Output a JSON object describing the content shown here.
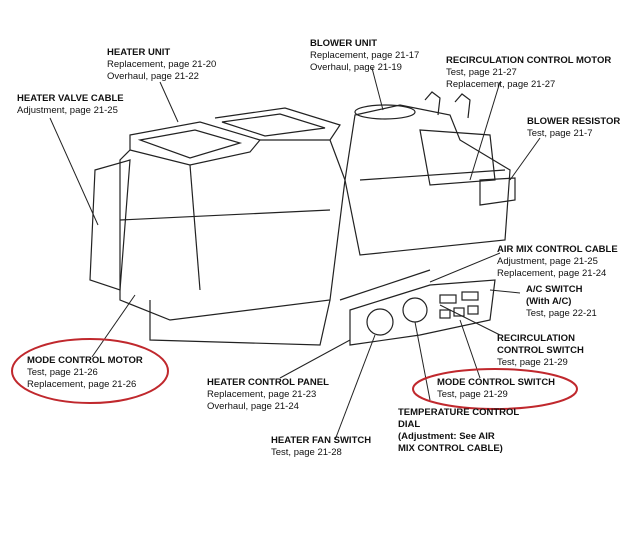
{
  "labels": {
    "heater_unit": {
      "title": "HEATER UNIT",
      "lines": [
        "Replacement, page 21-20",
        "Overhaul, page 21-22"
      ]
    },
    "heater_valve_cable": {
      "title": "HEATER VALVE CABLE",
      "lines": [
        "Adjustment, page 21-25"
      ]
    },
    "blower_unit": {
      "title": "BLOWER UNIT",
      "lines": [
        "Replacement, page 21-17",
        "Overhaul, page 21-19"
      ]
    },
    "recirc_motor": {
      "title": "RECIRCULATION CONTROL MOTOR",
      "lines": [
        "Test, page 21-27",
        "Replacement, page 21-27"
      ]
    },
    "blower_resistor": {
      "title": "BLOWER RESISTOR",
      "lines": [
        "Test, page 21-7"
      ]
    },
    "air_mix_cable": {
      "title": "AIR MIX CONTROL CABLE",
      "lines": [
        "Adjustment, page 21-25",
        "Replacement, page 21-24"
      ]
    },
    "ac_switch": {
      "title": "A/C SWITCH",
      "title2": "(With A/C)",
      "lines": [
        "Test, page 22-21"
      ]
    },
    "recirc_switch": {
      "title": "RECIRCULATION",
      "title2": "CONTROL SWITCH",
      "lines": [
        "Test, page 21-29"
      ]
    },
    "mode_switch": {
      "title": "MODE CONTROL SWITCH",
      "lines": [
        "Test, page 21-29"
      ]
    },
    "mode_motor": {
      "title": "MODE CONTROL MOTOR",
      "lines": [
        "Test, page 21-26",
        "Replacement, page 21-26"
      ]
    },
    "heater_panel": {
      "title": "HEATER CONTROL PANEL",
      "lines": [
        "Replacement, page 21-23",
        "Overhaul, page 21-24"
      ]
    },
    "temp_dial": {
      "title": "TEMPERATURE CONTROL",
      "title2": "DIAL",
      "title3": "(Adjustment: See AIR",
      "title4": "MIX CONTROL CABLE)"
    },
    "fan_switch": {
      "title": "HEATER FAN SWITCH",
      "lines": [
        "Test, page 21-28"
      ]
    }
  },
  "highlight_color": "#c0282d"
}
